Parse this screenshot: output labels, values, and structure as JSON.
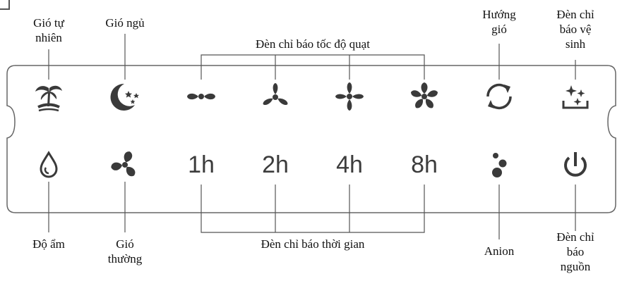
{
  "labels": {
    "gio_tu_nhien": [
      "Gió tự",
      "nhiên"
    ],
    "gio_ngu": "Gió ngủ",
    "den_toc_do": "Đèn chỉ báo tốc độ quạt",
    "huong_gio": [
      "Hướng",
      "gió"
    ],
    "den_ve_sinh": [
      "Đèn chỉ",
      "báo vệ",
      "sinh"
    ],
    "do_am": "Độ ẩm",
    "gio_thuong": [
      "Gió",
      "thường"
    ],
    "den_thoi_gian": "Đèn chỉ báo thời gian",
    "anion": "Anion",
    "den_nguon": [
      "Đèn chỉ",
      "báo",
      "nguồn"
    ]
  },
  "timers": [
    "1h",
    "2h",
    "4h",
    "8h"
  ],
  "icons": {
    "row1": [
      "palm-tree-icon",
      "moon-stars-icon",
      "fan-speed-1-icon",
      "fan-speed-2-icon",
      "fan-speed-3-icon",
      "fan-speed-4-icon",
      "swing-rotate-icon",
      "cleaning-sparkle-icon"
    ],
    "row2": [
      "humidity-drop-icon",
      "normal-fan-icon",
      "timer-1h",
      "timer-2h",
      "timer-4h",
      "timer-8h",
      "anion-dots-icon",
      "power-icon"
    ]
  },
  "colors": {
    "icon": "#3a3a3a",
    "line": "#555555",
    "panel_border": "#666666"
  }
}
